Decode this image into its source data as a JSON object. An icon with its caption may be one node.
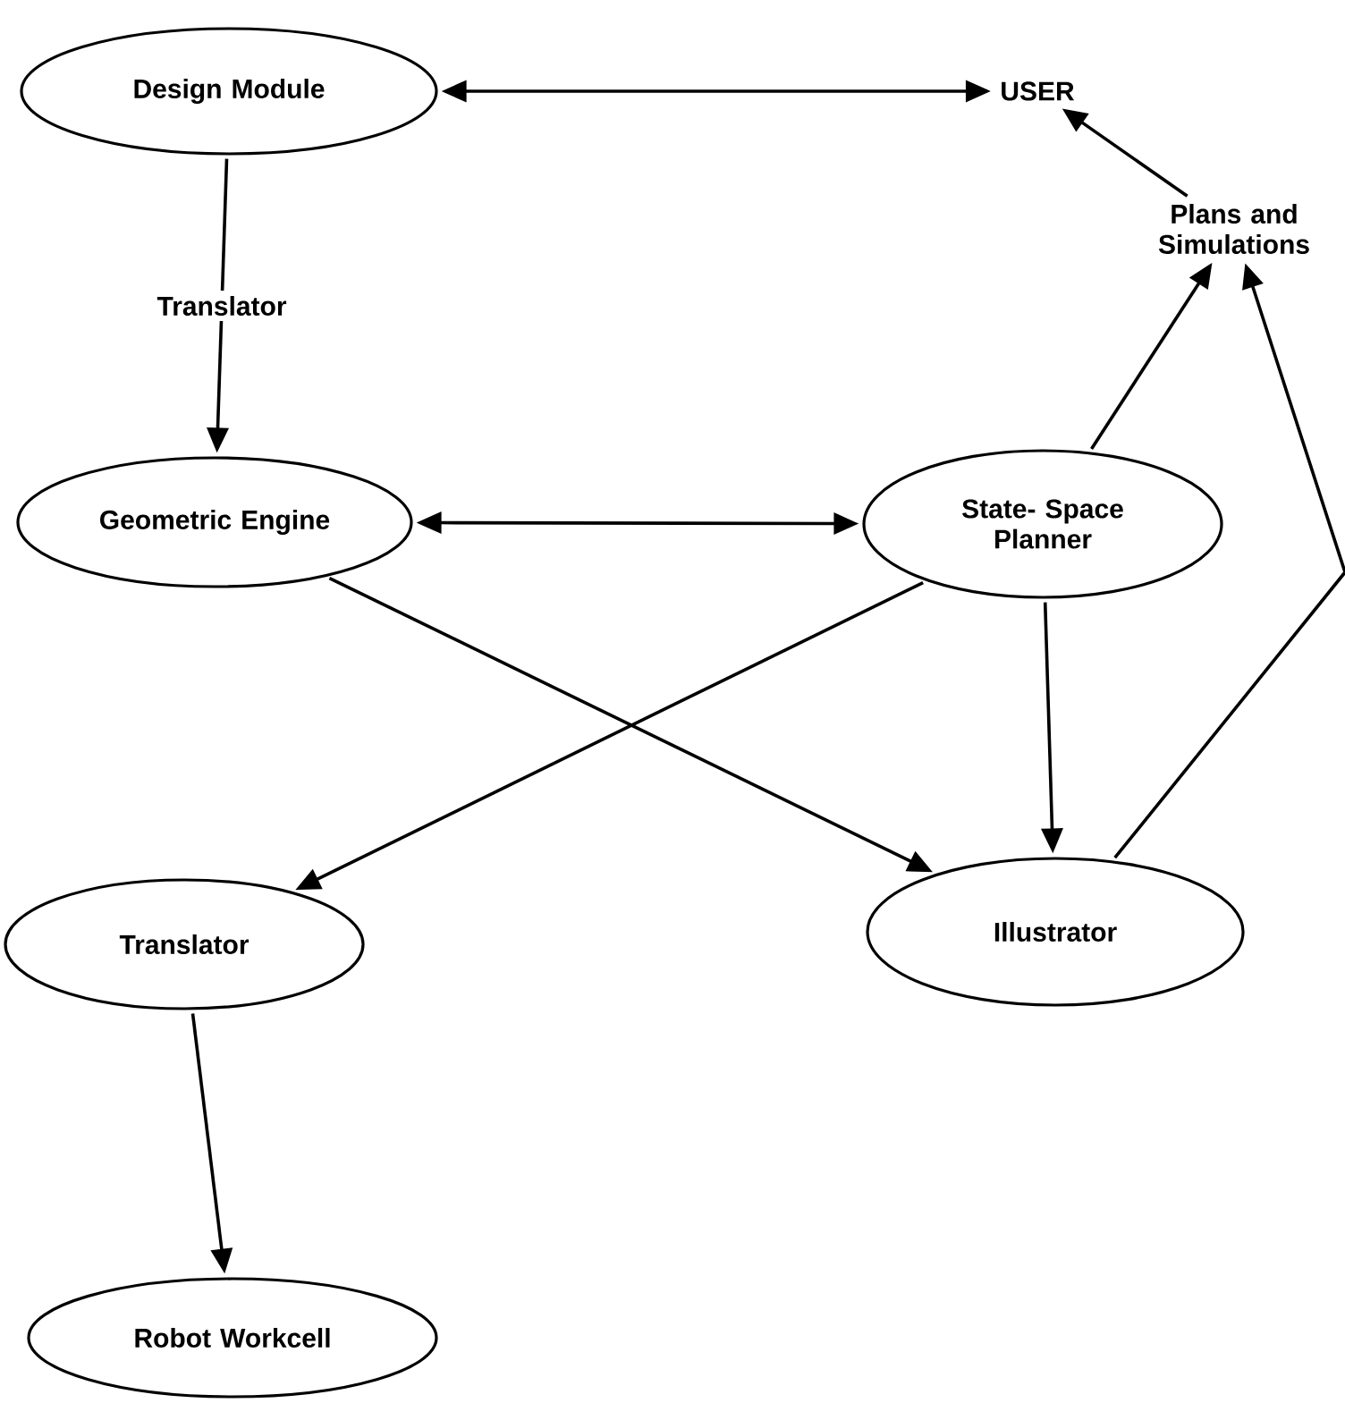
{
  "diagram": {
    "nodes": [
      {
        "text": [
          "Design Module"
        ]
      },
      {
        "text": [
          "USER"
        ]
      },
      {
        "text": [
          "Plans and Simulations"
        ]
      },
      {
        "text": [
          "Geometric Engine"
        ]
      },
      {
        "text": [
          "State- Space Planner"
        ]
      },
      {
        "text": [
          "Translator"
        ]
      },
      {
        "text": [
          "Illustrator"
        ]
      },
      {
        "text": [
          "Robot Workcell"
        ]
      }
    ],
    "edges": [
      {
        "from": 0,
        "to": 1,
        "arrow": "both"
      },
      {
        "from": 0,
        "to": 3,
        "arrow": "to",
        "label": "Translator"
      },
      {
        "from": 3,
        "to": 4,
        "arrow": "both"
      },
      {
        "from": 3,
        "to": 6,
        "arrow": "to"
      },
      {
        "from": 4,
        "to": 5,
        "arrow": "to"
      },
      {
        "from": 4,
        "to": 6,
        "arrow": "to"
      },
      {
        "from": 4,
        "to": 2,
        "arrow": "to"
      },
      {
        "from": 6,
        "to": 2,
        "arrow": "to"
      },
      {
        "from": 2,
        "to": 1,
        "arrow": "to"
      },
      {
        "from": 5,
        "to": 7,
        "arrow": "to"
      }
    ]
  }
}
